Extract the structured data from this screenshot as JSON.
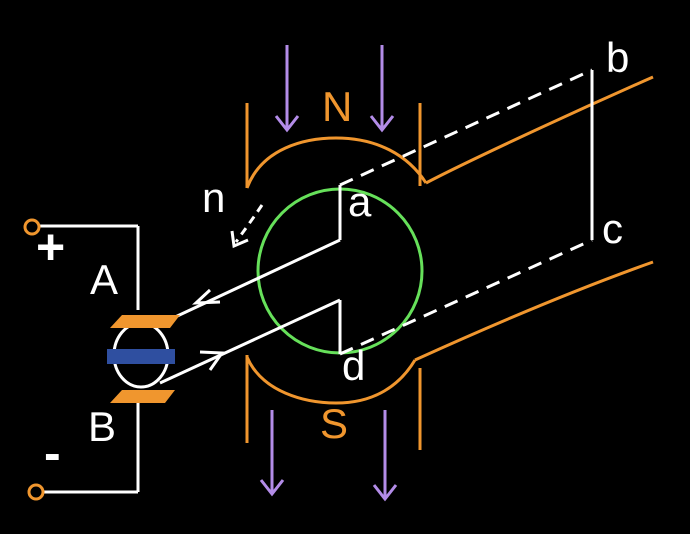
{
  "labels": {
    "north": "N",
    "south": "S",
    "n": "n",
    "a": "a",
    "b": "b",
    "c": "c",
    "d": "d",
    "A": "A",
    "B": "B",
    "plus": "+",
    "minus": "-"
  },
  "colors": {
    "background": "#000000",
    "pole": "#F0962E",
    "field": "#B38CE8",
    "armature": "#66E05A",
    "wire": "#FFFFFF",
    "brush": "#F0962E",
    "commutator_bar": "#2F4FA0",
    "terminal": "#F0962E"
  }
}
